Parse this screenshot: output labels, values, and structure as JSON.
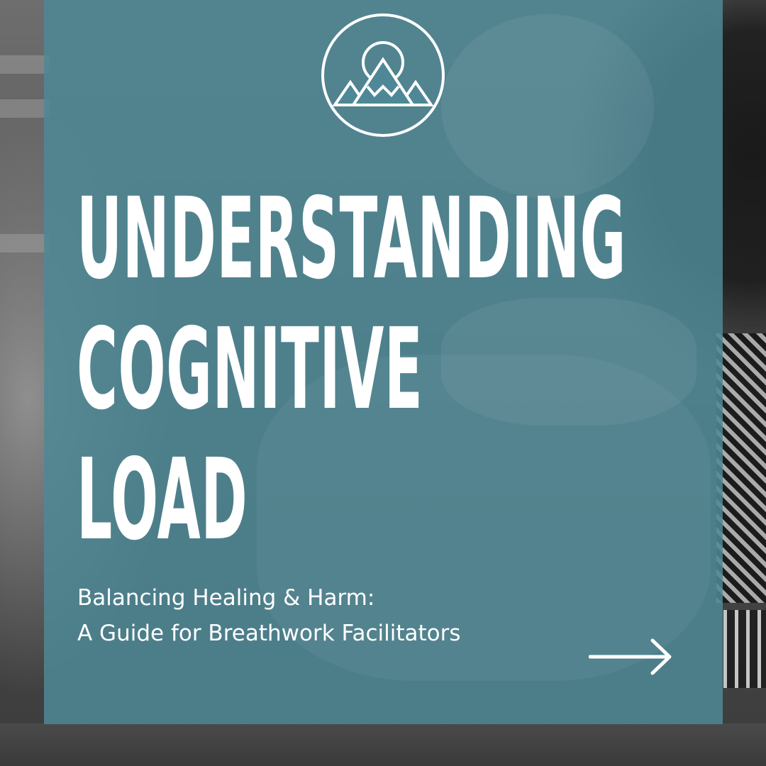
{
  "title_lines": [
    "UNDERSTANDING",
    "COGNITIVE",
    "LOAD"
  ],
  "subtitle_lines": [
    "Balancing Healing & Harm:",
    "A Guide for Breathwork Facilitators"
  ],
  "icons": {
    "logo": "mountain-sun-logo-icon",
    "next": "arrow-right-icon"
  },
  "colors": {
    "panel": "#4e8896",
    "text": "#ffffff",
    "background": "#4a4a4a"
  }
}
